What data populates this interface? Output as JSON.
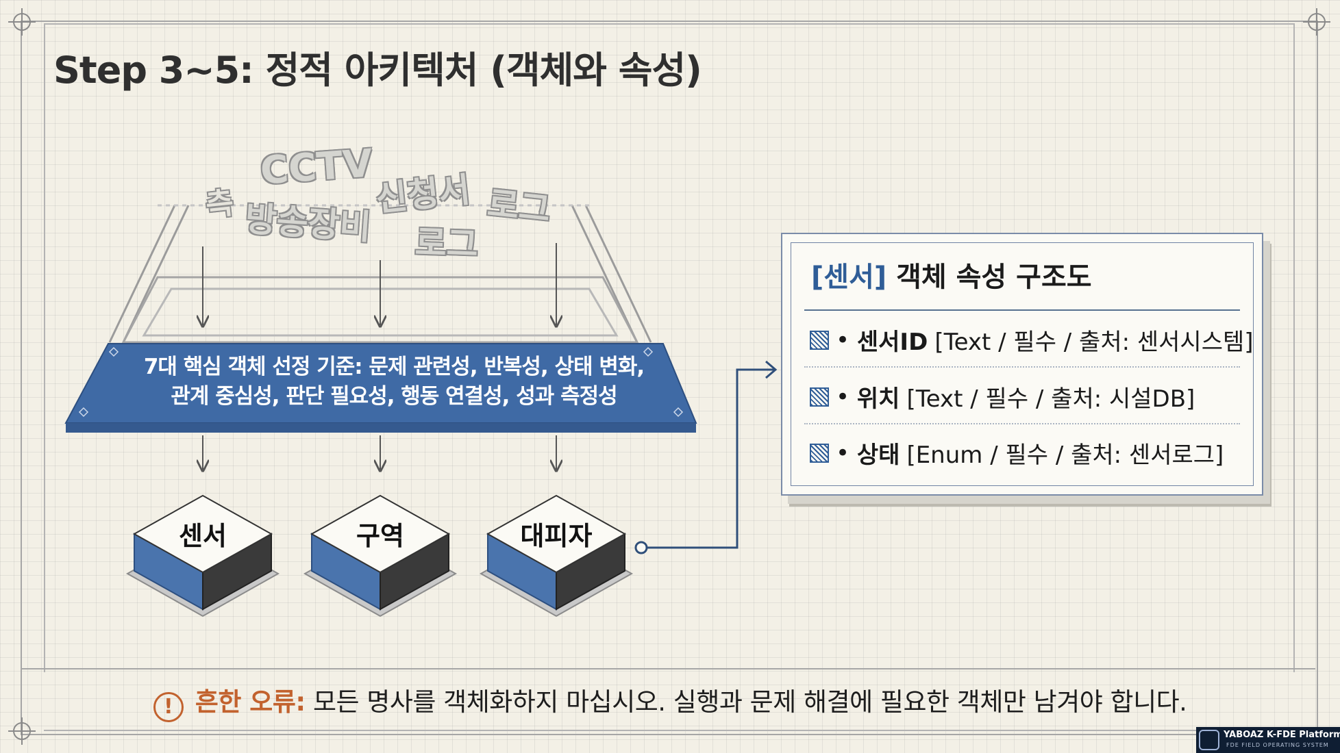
{
  "slide": {
    "title": "Step 3~5: 정적 아키텍처 (객체와 속성)"
  },
  "noun_words": [
    "측",
    "CCTV",
    "방송장비",
    "신청서",
    "로그",
    "로그"
  ],
  "criteria": {
    "line1": "7대 핵심 객체 선정 기준: 문제 관련성, 반복성, 상태 변화,",
    "line2": "관계 중심성, 판단 필요성, 행동 연결성, 성과 측정성"
  },
  "objects": [
    "센서",
    "구역",
    "대피자"
  ],
  "card": {
    "title_highlight": "[센서]",
    "title_rest": "객체 속성 구조도",
    "attributes": [
      {
        "name": "센서ID",
        "detail": "[Text / 필수 / 출처: 센서시스템]"
      },
      {
        "name": "위치",
        "detail": "[Text / 필수 / 출처: 시설DB]"
      },
      {
        "name": "상태",
        "detail": "[Enum / 필수 / 출처: 센서로그]"
      }
    ]
  },
  "error": {
    "icon": "!",
    "label": "흔한 오류:",
    "message": "모든 명사를 객체화하지 마십시오. 실행과 문제 해결에 필요한 객체만 남겨야 합니다."
  },
  "badge": {
    "title": "YABOAZ K-FDE Platform",
    "subtitle": "FDE FIELD OPERATING SYSTEM"
  },
  "colors": {
    "banner_blue": "#3f6aa5",
    "accent_blue": "#2f5d97",
    "warning_orange": "#c2622e",
    "background": "#f3f0e6"
  }
}
